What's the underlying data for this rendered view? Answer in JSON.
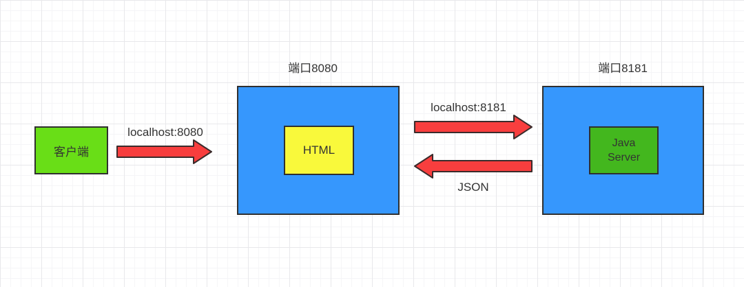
{
  "colors": {
    "box-blue": "#3697fd",
    "client-green": "#69de17",
    "server-green": "#43b71e",
    "inner-yellow": "#f9f93b",
    "arrow-red": "#f83e3e",
    "arrow-outline": "#3a2b2b",
    "box-border": "#2f2f2f",
    "text": "#333333"
  },
  "nodes": {
    "client": {
      "label": "客户端"
    },
    "frontend": {
      "title": "端口8080",
      "inner_label": "HTML"
    },
    "backend": {
      "title": "端口8181",
      "inner_label": "Java\nServer"
    }
  },
  "arrows": {
    "client_to_frontend": {
      "label": "localhost:8080",
      "direction": "right"
    },
    "frontend_to_backend": {
      "label": "localhost:8181",
      "direction": "right"
    },
    "backend_to_frontend": {
      "label": "JSON",
      "direction": "left"
    }
  }
}
